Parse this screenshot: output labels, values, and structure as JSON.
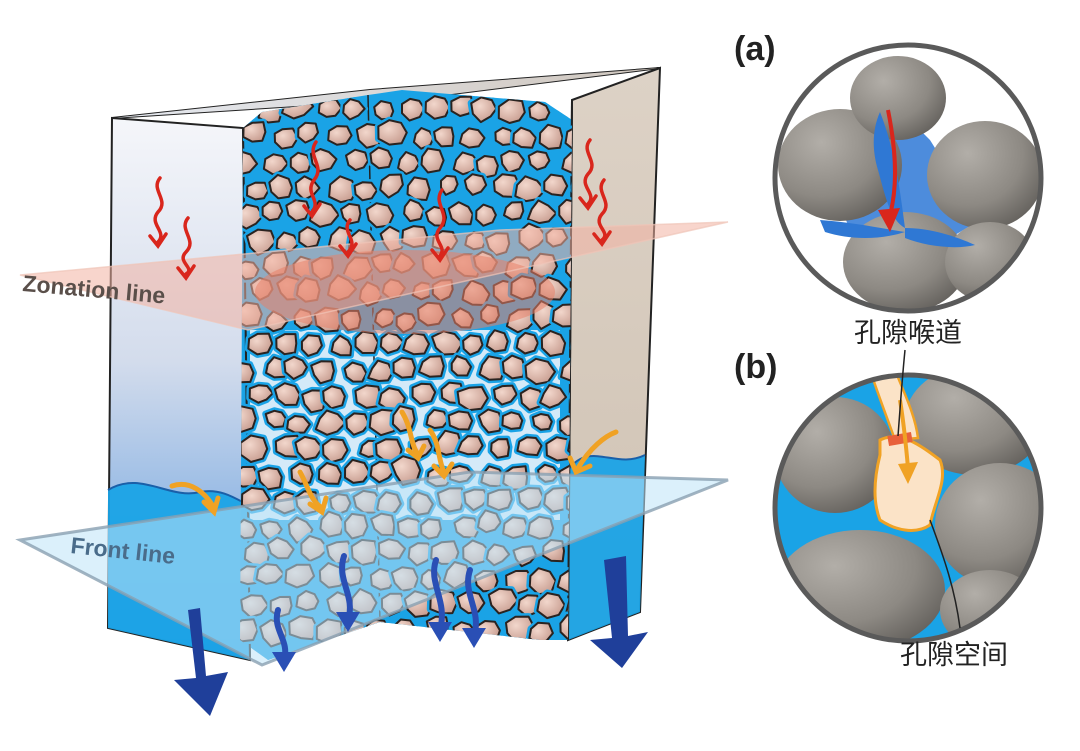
{
  "labels": {
    "zonation_line": "Zonation line",
    "front_line": "Front line",
    "panel_a": "(a)",
    "panel_b": "(b)",
    "pore_throat": "孔隙喉道",
    "pore_space": "孔隙空间"
  },
  "colors": {
    "water_blue": "#1aa3e6",
    "flow_arrow_dark_blue": "#1f3f9a",
    "zonation_band": "#e8826a",
    "heat_arrow_red": "#d9261c",
    "melt_arrow_orange": "#f0a224",
    "grain": "#d9b3a5",
    "rock_grey": "#8c8882"
  },
  "icons": [
    "red-wavy-arrow-icon",
    "orange-curved-arrow-icon",
    "blue-down-arrow-icon"
  ]
}
